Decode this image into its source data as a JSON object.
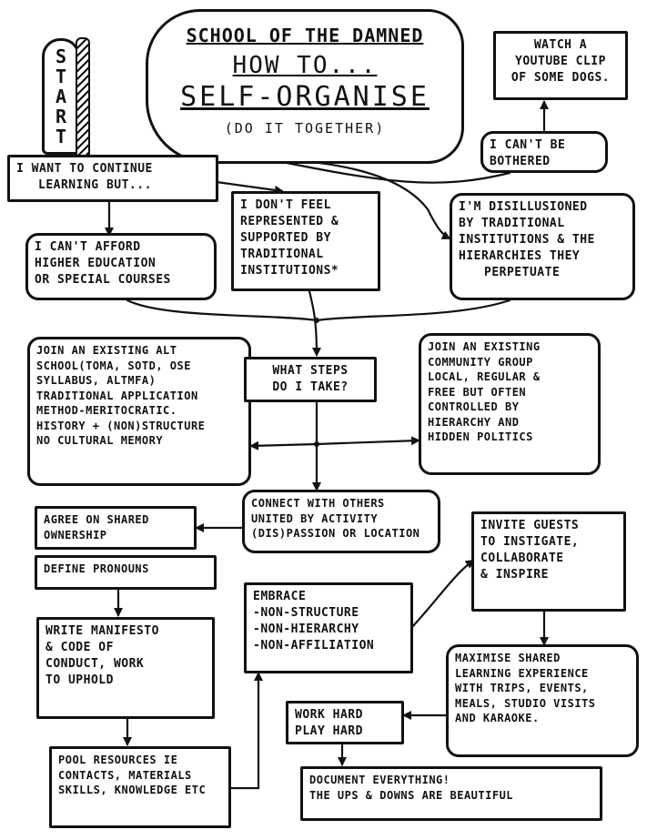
{
  "title": {
    "line1": "School of the Damned",
    "line2": "How to...",
    "line3": "Self-Organise",
    "line4": "(Do it together)"
  },
  "start": {
    "letters": [
      "S",
      "T",
      "A",
      "R",
      "T"
    ]
  },
  "nodes": {
    "continue_learning": [
      "I want to continue",
      "learning but..."
    ],
    "cant_afford": [
      "I can't afford",
      "higher education",
      "or special courses"
    ],
    "not_represented": [
      "I don't feel",
      "represented &",
      "supported by",
      "traditional",
      "institutions*"
    ],
    "disillusioned": [
      "I'm disillusioned",
      "by traditional",
      "institutions & the",
      "hierarchies they",
      "perpetuate"
    ],
    "cant_be_bothered": [
      "I can't be",
      "bothered"
    ],
    "watch_youtube": [
      "Watch a",
      "YouTube clip",
      "of some dogs."
    ],
    "what_steps": [
      "What steps",
      "do I take?"
    ],
    "join_alt_school": [
      "Join an existing alt",
      "school(TOMA, SOTD, OSE",
      "Syllabus, AltMFA)",
      "Traditional application",
      "method-meritocratic.",
      "History + (non)structure",
      "No cultural memory"
    ],
    "join_community": [
      "Join an existing",
      "community group",
      "local, regular &",
      "free but often",
      "controlled by",
      "hierarchy and",
      "hidden politics"
    ],
    "connect_others": [
      "Connect with others",
      "united by activity",
      "(dis)passion or location"
    ],
    "shared_ownership": [
      "Agree on shared",
      "ownership"
    ],
    "define_pronouns": [
      "Define pronouns"
    ],
    "write_manifesto": [
      "Write manifesto",
      "& code of",
      "conduct, work",
      "to uphold"
    ],
    "pool_resources": [
      "Pool resources ie",
      "contacts, materials",
      "skills, knowledge etc"
    ],
    "embrace": [
      "Embrace",
      "-non-structure",
      "-non-hierarchy",
      "-non-affiliation"
    ],
    "invite_guests": [
      "Invite guests",
      "to instigate,",
      "collaborate",
      "& inspire"
    ],
    "maximise": [
      "Maximise shared",
      "learning experience",
      "with trips, events,",
      "meals, studio visits",
      "and karaoke."
    ],
    "work_hard": [
      "Work hard",
      "play hard"
    ],
    "document": [
      "Document everything!",
      "The ups & downs are beautiful"
    ]
  }
}
